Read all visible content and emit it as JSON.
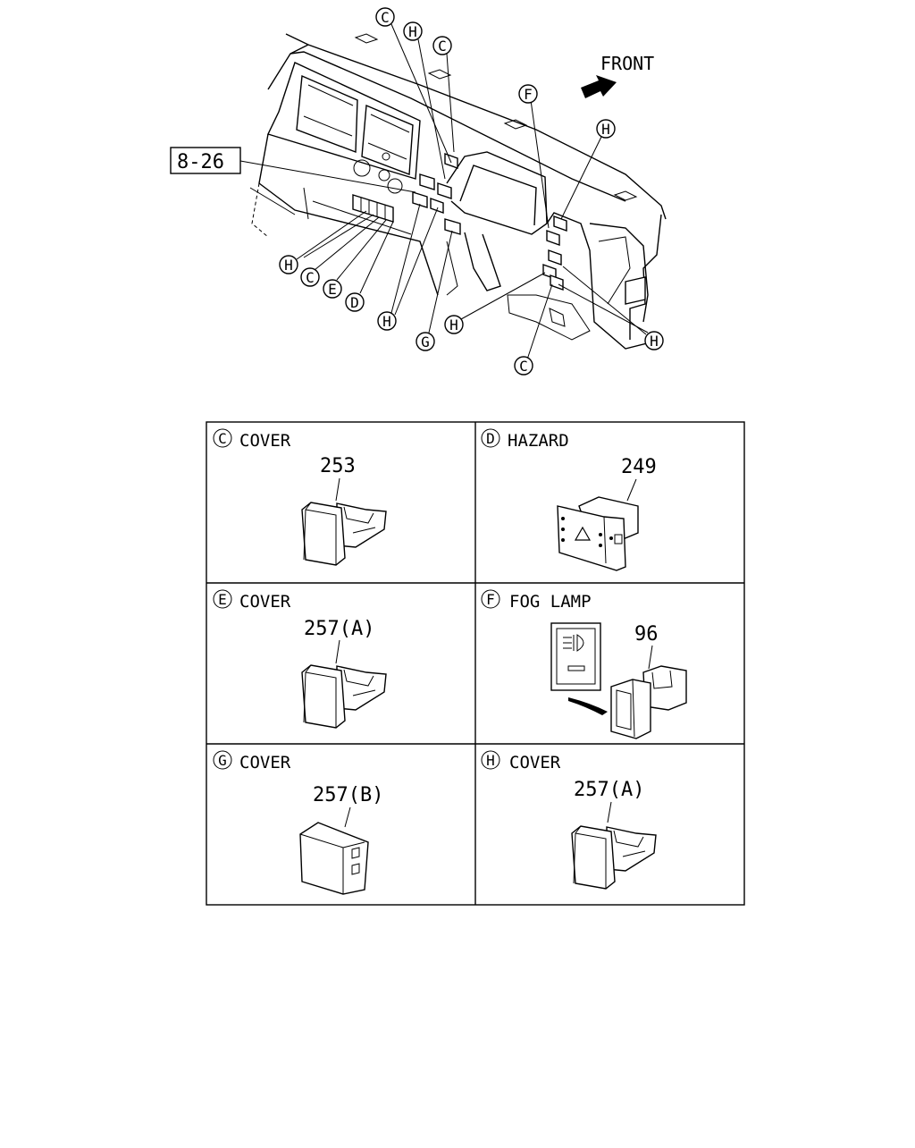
{
  "overview": {
    "front_label": "FRONT",
    "ref_label": "8-26",
    "callouts": [
      {
        "id": "c1",
        "letter": "C"
      },
      {
        "id": "c2",
        "letter": "H"
      },
      {
        "id": "c3",
        "letter": "C"
      },
      {
        "id": "c4",
        "letter": "F"
      },
      {
        "id": "c5",
        "letter": "H"
      },
      {
        "id": "c6",
        "letter": "H"
      },
      {
        "id": "c7",
        "letter": "C"
      },
      {
        "id": "c8",
        "letter": "E"
      },
      {
        "id": "c9",
        "letter": "D"
      },
      {
        "id": "c10",
        "letter": "H"
      },
      {
        "id": "c11",
        "letter": "G"
      },
      {
        "id": "c12",
        "letter": "H"
      },
      {
        "id": "c13",
        "letter": "H"
      },
      {
        "id": "c14",
        "letter": "C"
      }
    ]
  },
  "parts_table": {
    "cells": [
      {
        "letter": "C",
        "name": "COVER",
        "part_no": "253"
      },
      {
        "letter": "D",
        "name": "HAZARD",
        "part_no": "249"
      },
      {
        "letter": "E",
        "name": "COVER",
        "part_no": "257(A)"
      },
      {
        "letter": "F",
        "name": "FOG LAMP",
        "part_no": "96"
      },
      {
        "letter": "G",
        "name": "COVER",
        "part_no": "257(B)"
      },
      {
        "letter": "H",
        "name": "COVER",
        "part_no": "257(A)"
      }
    ]
  }
}
